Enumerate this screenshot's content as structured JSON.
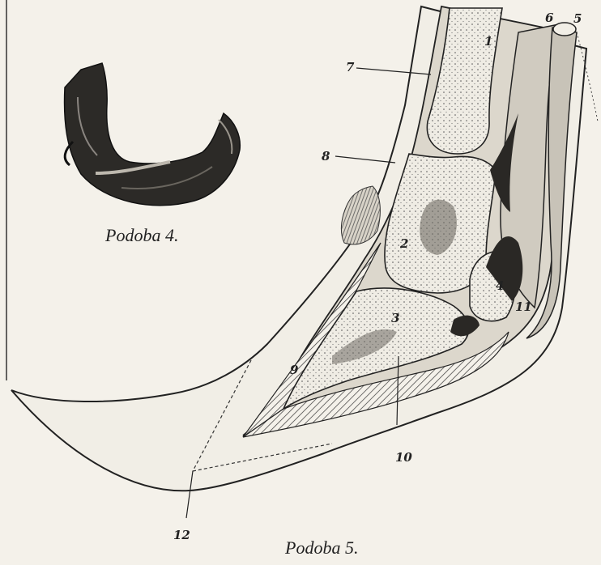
{
  "figure4": {
    "caption": "Podoba 4."
  },
  "figure5": {
    "caption": "Podoba 5.",
    "labels": {
      "l1": "1",
      "l2": "2",
      "l3": "3",
      "l4": "4",
      "l5": "5",
      "l6": "6",
      "l7": "7",
      "l8": "8",
      "l9": "9",
      "l10": "10",
      "l11": "11",
      "l12": "12"
    }
  }
}
